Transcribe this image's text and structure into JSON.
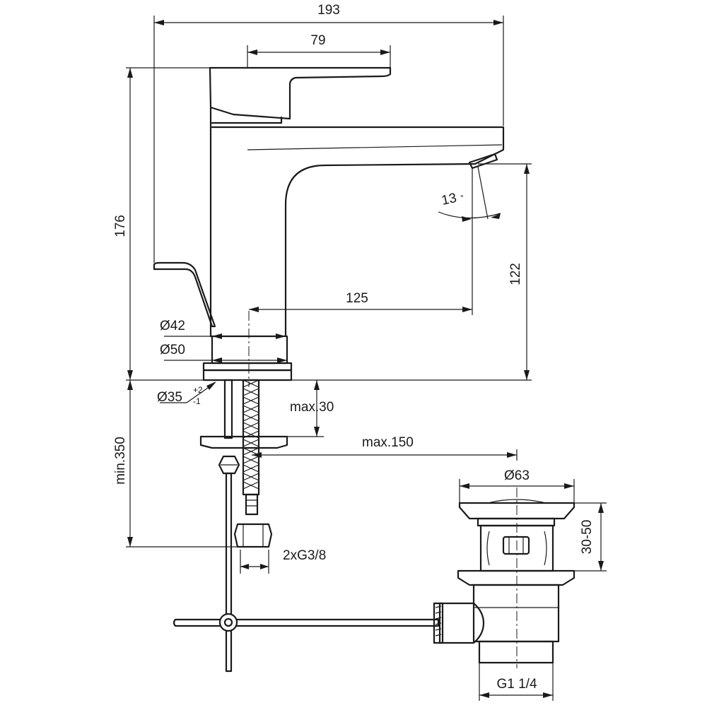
{
  "dimensions": {
    "overall_width": "193",
    "lever_length": "79",
    "overall_height": "176",
    "spout_height": "122",
    "spout_reach": "125",
    "spray_angle": "13",
    "spray_angle_unit": "°",
    "body_diameter": "Ø42",
    "base_diameter": "Ø50",
    "hole_diameter": "Ø35",
    "hole_tol_plus": "+2",
    "hole_tol_minus": "-1",
    "max_deck_thickness": "max.30",
    "max_rod_distance": "max.150",
    "min_hose_length": "min.350",
    "connection_thread": "2xG3/8",
    "waste_diameter": "Ø63",
    "waste_height_range": "30-50",
    "waste_thread": "G1 1/4"
  }
}
